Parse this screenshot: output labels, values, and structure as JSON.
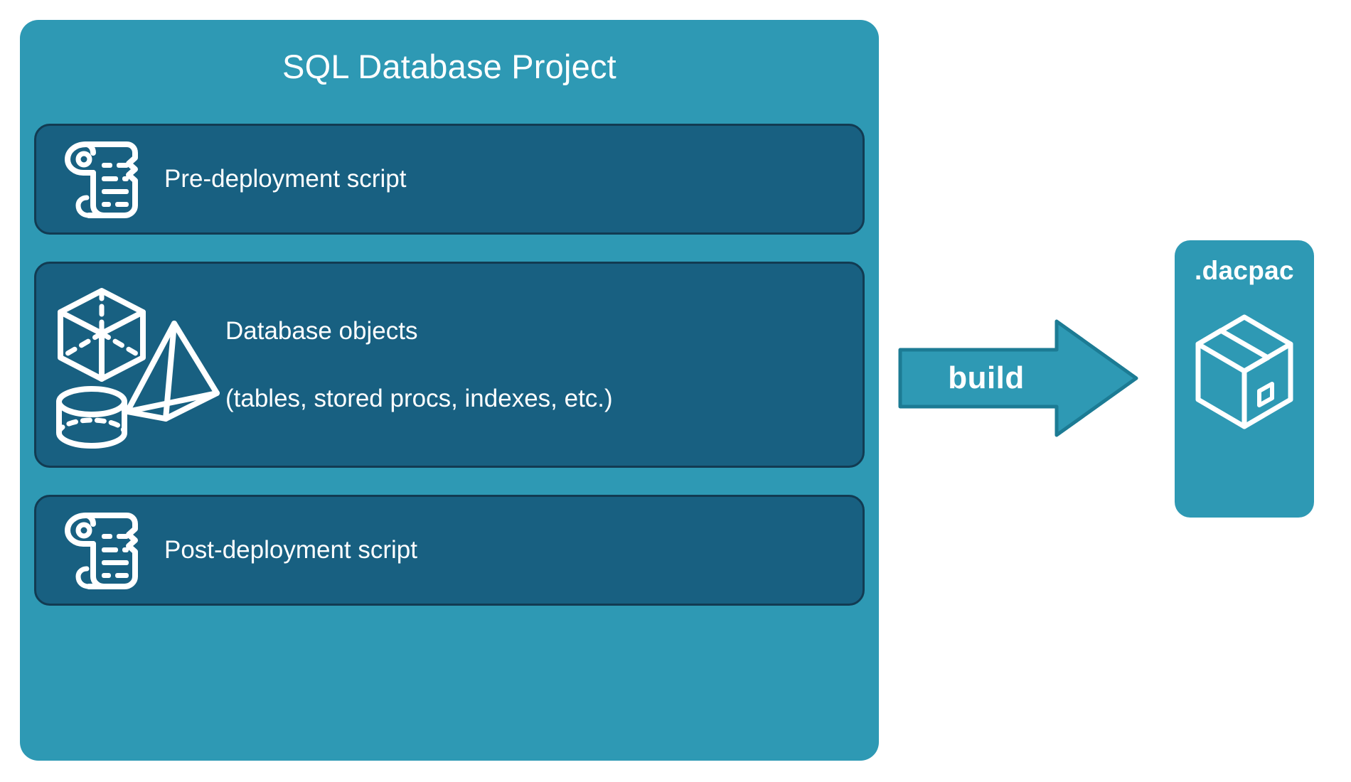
{
  "diagram": {
    "type": "flow-diagram",
    "background_color": "#FFFFFF",
    "title": "SQL Database Project build to dacpac"
  },
  "project_panel": {
    "title": "SQL Database Project",
    "panel_color": "#2E99B4",
    "card_color": "#186081",
    "card_border_color": "#123B52",
    "text_color": "#FFFFFF",
    "cards": [
      {
        "id": "pre-deployment",
        "label": "Pre-deployment script",
        "icon": "scroll-icon"
      },
      {
        "id": "database-objects",
        "label": "Database objects\n(tables, stored procs, indexes, etc.)",
        "label_line1": "Database objects",
        "label_line2": "(tables, stored procs, indexes, etc.)",
        "icon": "shapes-icon",
        "sub_icons": [
          "cube-icon",
          "pyramid-icon",
          "cylinder-icon"
        ]
      },
      {
        "id": "post-deployment",
        "label": "Post-deployment script",
        "icon": "scroll-icon"
      }
    ]
  },
  "arrow": {
    "label": "build",
    "fill_color": "#2E99B4",
    "stroke_color": "#1C7B94",
    "direction": "right",
    "icon": "arrow-right-icon"
  },
  "output": {
    "title": ".dacpac",
    "box_color": "#2E99B4",
    "icon": "package-box-icon"
  }
}
